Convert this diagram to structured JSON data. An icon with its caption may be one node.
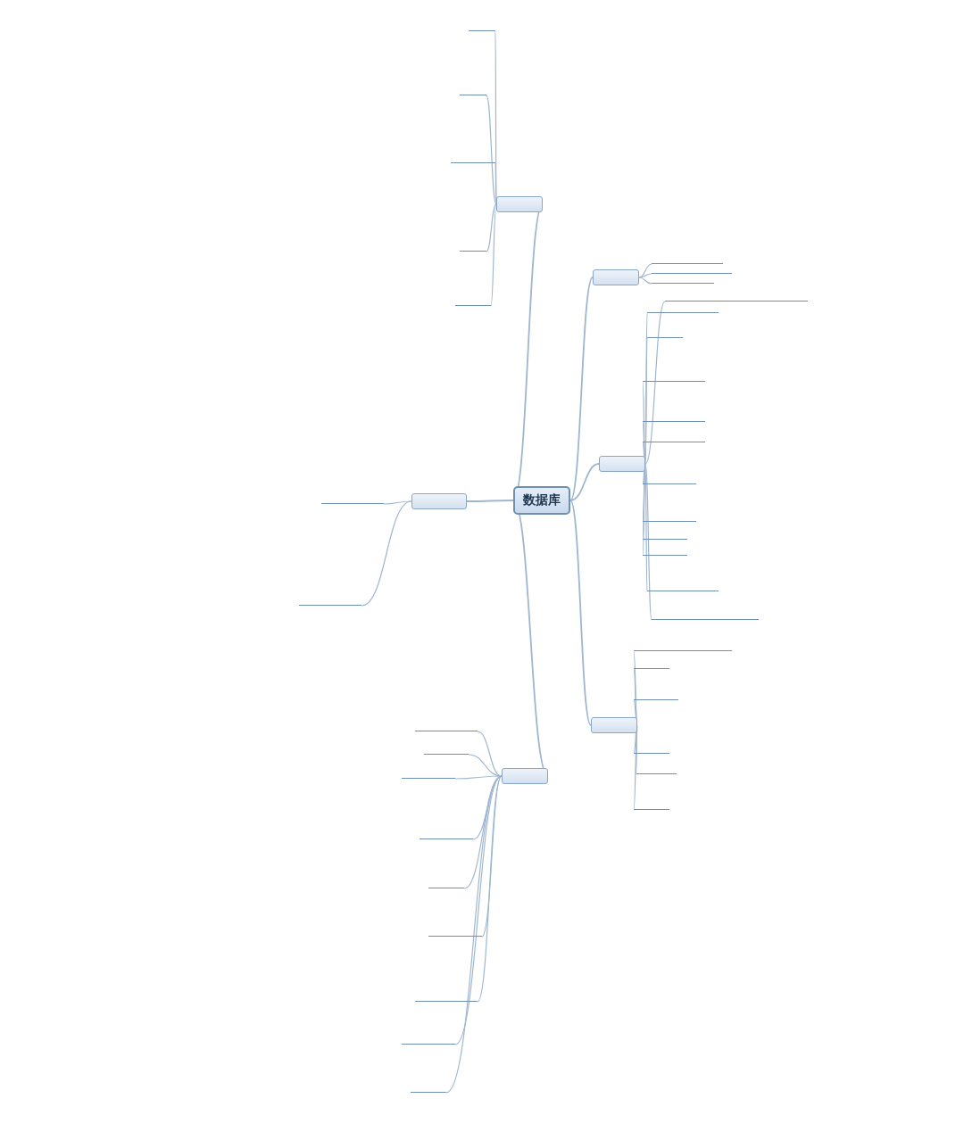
{
  "diagram": {
    "nodes": [
      {
        "text": [
          "数据库"
        ]
      },
      {
        "text": [],
        "shape": "box"
      },
      {
        "text": [],
        "shape": "box"
      },
      {
        "text": [],
        "shape": "box"
      },
      {
        "text": [],
        "shape": "box"
      },
      {
        "text": [],
        "shape": "box"
      },
      {
        "text": [],
        "shape": "box"
      },
      {
        "text": [],
        "shape": "bar"
      },
      {
        "text": [],
        "shape": "bar"
      },
      {
        "text": [],
        "shape": "bar"
      },
      {
        "text": [],
        "shape": "bar"
      },
      {
        "text": [],
        "shape": "bar"
      },
      {
        "text": [],
        "shape": "bar"
      },
      {
        "text": [],
        "shape": "bar"
      },
      {
        "text": [],
        "shape": "bar"
      },
      {
        "text": [],
        "shape": "bar"
      },
      {
        "text": [],
        "shape": "bar"
      },
      {
        "text": [],
        "shape": "bar"
      },
      {
        "text": [],
        "shape": "bar"
      },
      {
        "text": [],
        "shape": "bar"
      },
      {
        "text": [],
        "shape": "bar"
      },
      {
        "text": [],
        "shape": "bar"
      },
      {
        "text": [],
        "shape": "bar"
      },
      {
        "text": [],
        "shape": "bar"
      },
      {
        "text": [],
        "shape": "bar"
      },
      {
        "text": [],
        "shape": "bar"
      },
      {
        "text": [],
        "shape": "bar"
      },
      {
        "text": [],
        "shape": "bar"
      },
      {
        "text": [],
        "shape": "bar"
      },
      {
        "text": [],
        "shape": "bar"
      },
      {
        "text": [],
        "shape": "bar"
      },
      {
        "text": [],
        "shape": "bar"
      },
      {
        "text": [],
        "shape": "bar"
      },
      {
        "text": [],
        "shape": "bar"
      },
      {
        "text": [],
        "shape": "bar"
      },
      {
        "text": [],
        "shape": "bar"
      },
      {
        "text": [],
        "shape": "bar"
      },
      {
        "text": [],
        "shape": "bar"
      },
      {
        "text": [],
        "shape": "bar"
      },
      {
        "text": [],
        "shape": "bar"
      },
      {
        "text": [],
        "shape": "bar"
      },
      {
        "text": [],
        "shape": "bar"
      },
      {
        "text": [],
        "shape": "bar"
      },
      {
        "text": [],
        "shape": "bar"
      }
    ],
    "edges": [
      {
        "from": 0,
        "to": 1,
        "arrow": "none"
      },
      {
        "from": 0,
        "to": 2,
        "arrow": "none"
      },
      {
        "from": 0,
        "to": 3,
        "arrow": "none"
      },
      {
        "from": 0,
        "to": 4,
        "arrow": "none"
      },
      {
        "from": 0,
        "to": 5,
        "arrow": "none"
      },
      {
        "from": 0,
        "to": 6,
        "arrow": "none"
      },
      {
        "from": 1,
        "to": 7,
        "arrow": "none"
      },
      {
        "from": 1,
        "to": 8,
        "arrow": "none"
      },
      {
        "from": 1,
        "to": 9,
        "arrow": "none"
      },
      {
        "from": 2,
        "to": 10,
        "arrow": "none"
      },
      {
        "from": 2,
        "to": 11,
        "arrow": "none"
      },
      {
        "from": 2,
        "to": 12,
        "arrow": "none"
      },
      {
        "from": 2,
        "to": 13,
        "arrow": "none"
      },
      {
        "from": 2,
        "to": 14,
        "arrow": "none"
      },
      {
        "from": 2,
        "to": 15,
        "arrow": "none"
      },
      {
        "from": 2,
        "to": 16,
        "arrow": "none"
      },
      {
        "from": 2,
        "to": 17,
        "arrow": "none"
      },
      {
        "from": 2,
        "to": 18,
        "arrow": "none"
      },
      {
        "from": 2,
        "to": 19,
        "arrow": "none"
      },
      {
        "from": 2,
        "to": 20,
        "arrow": "none"
      },
      {
        "from": 2,
        "to": 21,
        "arrow": "none"
      },
      {
        "from": 3,
        "to": 22,
        "arrow": "none"
      },
      {
        "from": 3,
        "to": 23,
        "arrow": "none"
      },
      {
        "from": 3,
        "to": 24,
        "arrow": "none"
      },
      {
        "from": 3,
        "to": 25,
        "arrow": "none"
      },
      {
        "from": 3,
        "to": 26,
        "arrow": "none"
      },
      {
        "from": 3,
        "to": 27,
        "arrow": "none"
      },
      {
        "from": 4,
        "to": 28,
        "arrow": "none"
      },
      {
        "from": 4,
        "to": 29,
        "arrow": "none"
      },
      {
        "from": 4,
        "to": 30,
        "arrow": "none"
      },
      {
        "from": 4,
        "to": 31,
        "arrow": "none"
      },
      {
        "from": 4,
        "to": 32,
        "arrow": "none"
      },
      {
        "from": 5,
        "to": 33,
        "arrow": "none"
      },
      {
        "from": 5,
        "to": 34,
        "arrow": "none"
      },
      {
        "from": 6,
        "to": 35,
        "arrow": "none"
      },
      {
        "from": 6,
        "to": 36,
        "arrow": "none"
      },
      {
        "from": 6,
        "to": 37,
        "arrow": "none"
      },
      {
        "from": 6,
        "to": 38,
        "arrow": "none"
      },
      {
        "from": 6,
        "to": 39,
        "arrow": "none"
      },
      {
        "from": 6,
        "to": 40,
        "arrow": "none"
      },
      {
        "from": 6,
        "to": 41,
        "arrow": "none"
      },
      {
        "from": 6,
        "to": 42,
        "arrow": "none"
      },
      {
        "from": 6,
        "to": 43,
        "arrow": "none"
      }
    ]
  }
}
